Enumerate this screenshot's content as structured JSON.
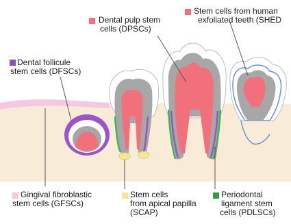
{
  "colors": {
    "background": "#ffffff",
    "gum": "#f8ecd8",
    "gum_edge": "#f4c8e0",
    "enamel": "#ffffff",
    "dentin": "#a7a7a7",
    "pulp": "#f2707c",
    "follicle": "#9b55c6",
    "ligament": "#3db55a",
    "papilla": "#f4e79a",
    "shed_outline": "#6d8fd8",
    "legend_dpsc": "#f2707c",
    "legend_shed": "#f2707c",
    "legend_dfsc": "#8b4fc0",
    "legend_gfsc": "#f4c8e0",
    "legend_scap": "#f4e79a",
    "legend_pdlsc": "#2f9c46"
  },
  "labels": {
    "dpsc_line1": "Dental pulp stem",
    "dpsc_line2": "cells (DPSCs)",
    "shed_line1": "Stem cells from human",
    "shed_line2": "exfoliated teeth (SHED",
    "dfsc_line1": "Dental follicule",
    "dfsc_line2": "stem cells (DFSCs)",
    "gfsc_line1": "Gingival fibroblastic",
    "gfsc_line2": "stem cells (GFSCs)",
    "scap_line1": "Stem cells",
    "scap_line2": "from apical papilla",
    "scap_line3": "(SCAP)",
    "pdlsc_line1": "Periodontal",
    "pdlsc_line2": "ligament stem",
    "pdlsc_line3": "cells (PDLSCs)"
  }
}
